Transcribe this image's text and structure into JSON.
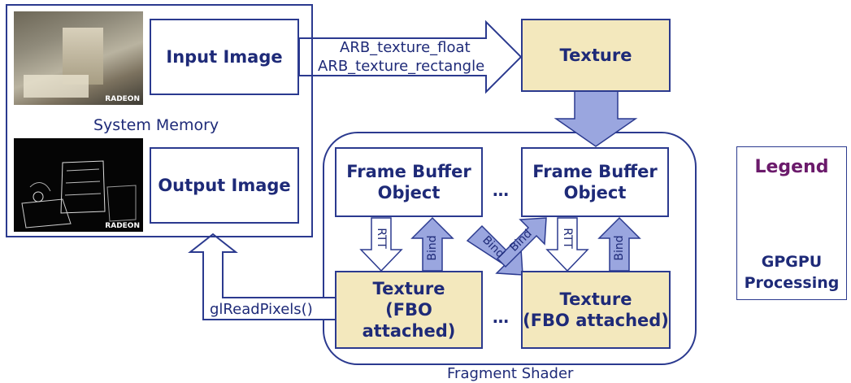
{
  "system_memory": {
    "label": "System Memory"
  },
  "input_image": {
    "label": "Input Image"
  },
  "output_image": {
    "label": "Output Image"
  },
  "texture_top": {
    "label": "Texture"
  },
  "arrow_in": {
    "line1": "ARB_texture_float",
    "line2": "ARB_texture_rectangle"
  },
  "fbo_left": {
    "line1": "Frame Buffer",
    "line2": "Object"
  },
  "fbo_right": {
    "line1": "Frame Buffer",
    "line2": "Object"
  },
  "tex_left": {
    "line1": "Texture",
    "line2": "(FBO attached)"
  },
  "tex_right": {
    "line1": "Texture",
    "line2": "(FBO attached)"
  },
  "ellipsis": "…",
  "rtt_label": "RTT",
  "bind_label": "Bind",
  "readpixels": "glReadPixels()",
  "fragment_shader": {
    "label": "Fragment Shader"
  },
  "legend": {
    "title": "Legend",
    "line1": "GPGPU",
    "line2": "Processing"
  },
  "photo_brand": "RADEON",
  "colors": {
    "stroke": "#2b3a8f",
    "text": "#1e2a78",
    "texture_fill": "#f3e8bd",
    "gpgpu_arrow": "#9aa6df",
    "legend_title": "#6b1a6b"
  }
}
